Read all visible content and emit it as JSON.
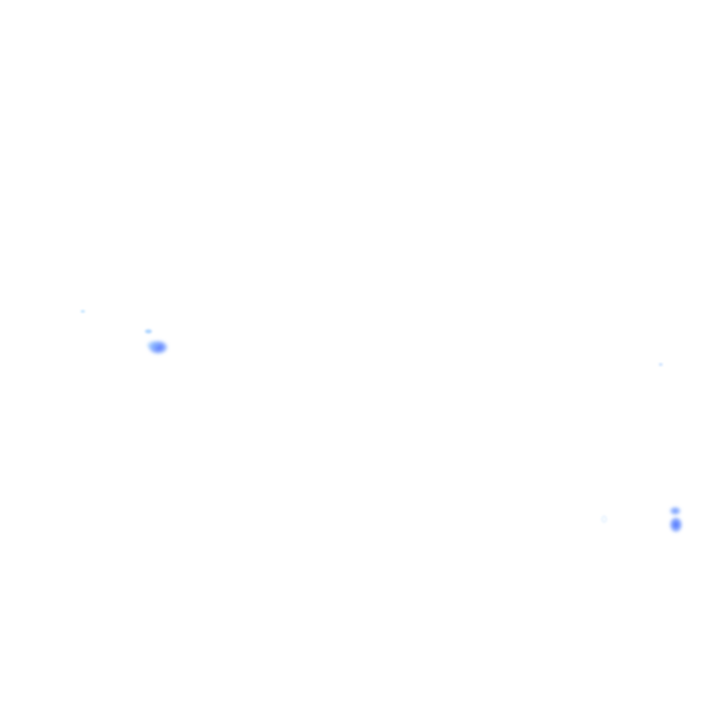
{
  "image": {
    "background_color": "#ffffff",
    "features": [
      {
        "name": "speck-upper-left",
        "color": "#9bd3ff"
      },
      {
        "name": "small-cloud-left",
        "color": "#8fc4ff"
      },
      {
        "name": "bright-blob-left",
        "color": "#4f7cff"
      },
      {
        "name": "tiny-dot-right",
        "color": "#b6d6ff"
      },
      {
        "name": "faint-dot-lower-right",
        "color": "#d6ebff"
      },
      {
        "name": "blob-right-top",
        "color": "#5a88ff"
      },
      {
        "name": "blob-right-bottom",
        "color": "#4b79ff"
      }
    ]
  }
}
